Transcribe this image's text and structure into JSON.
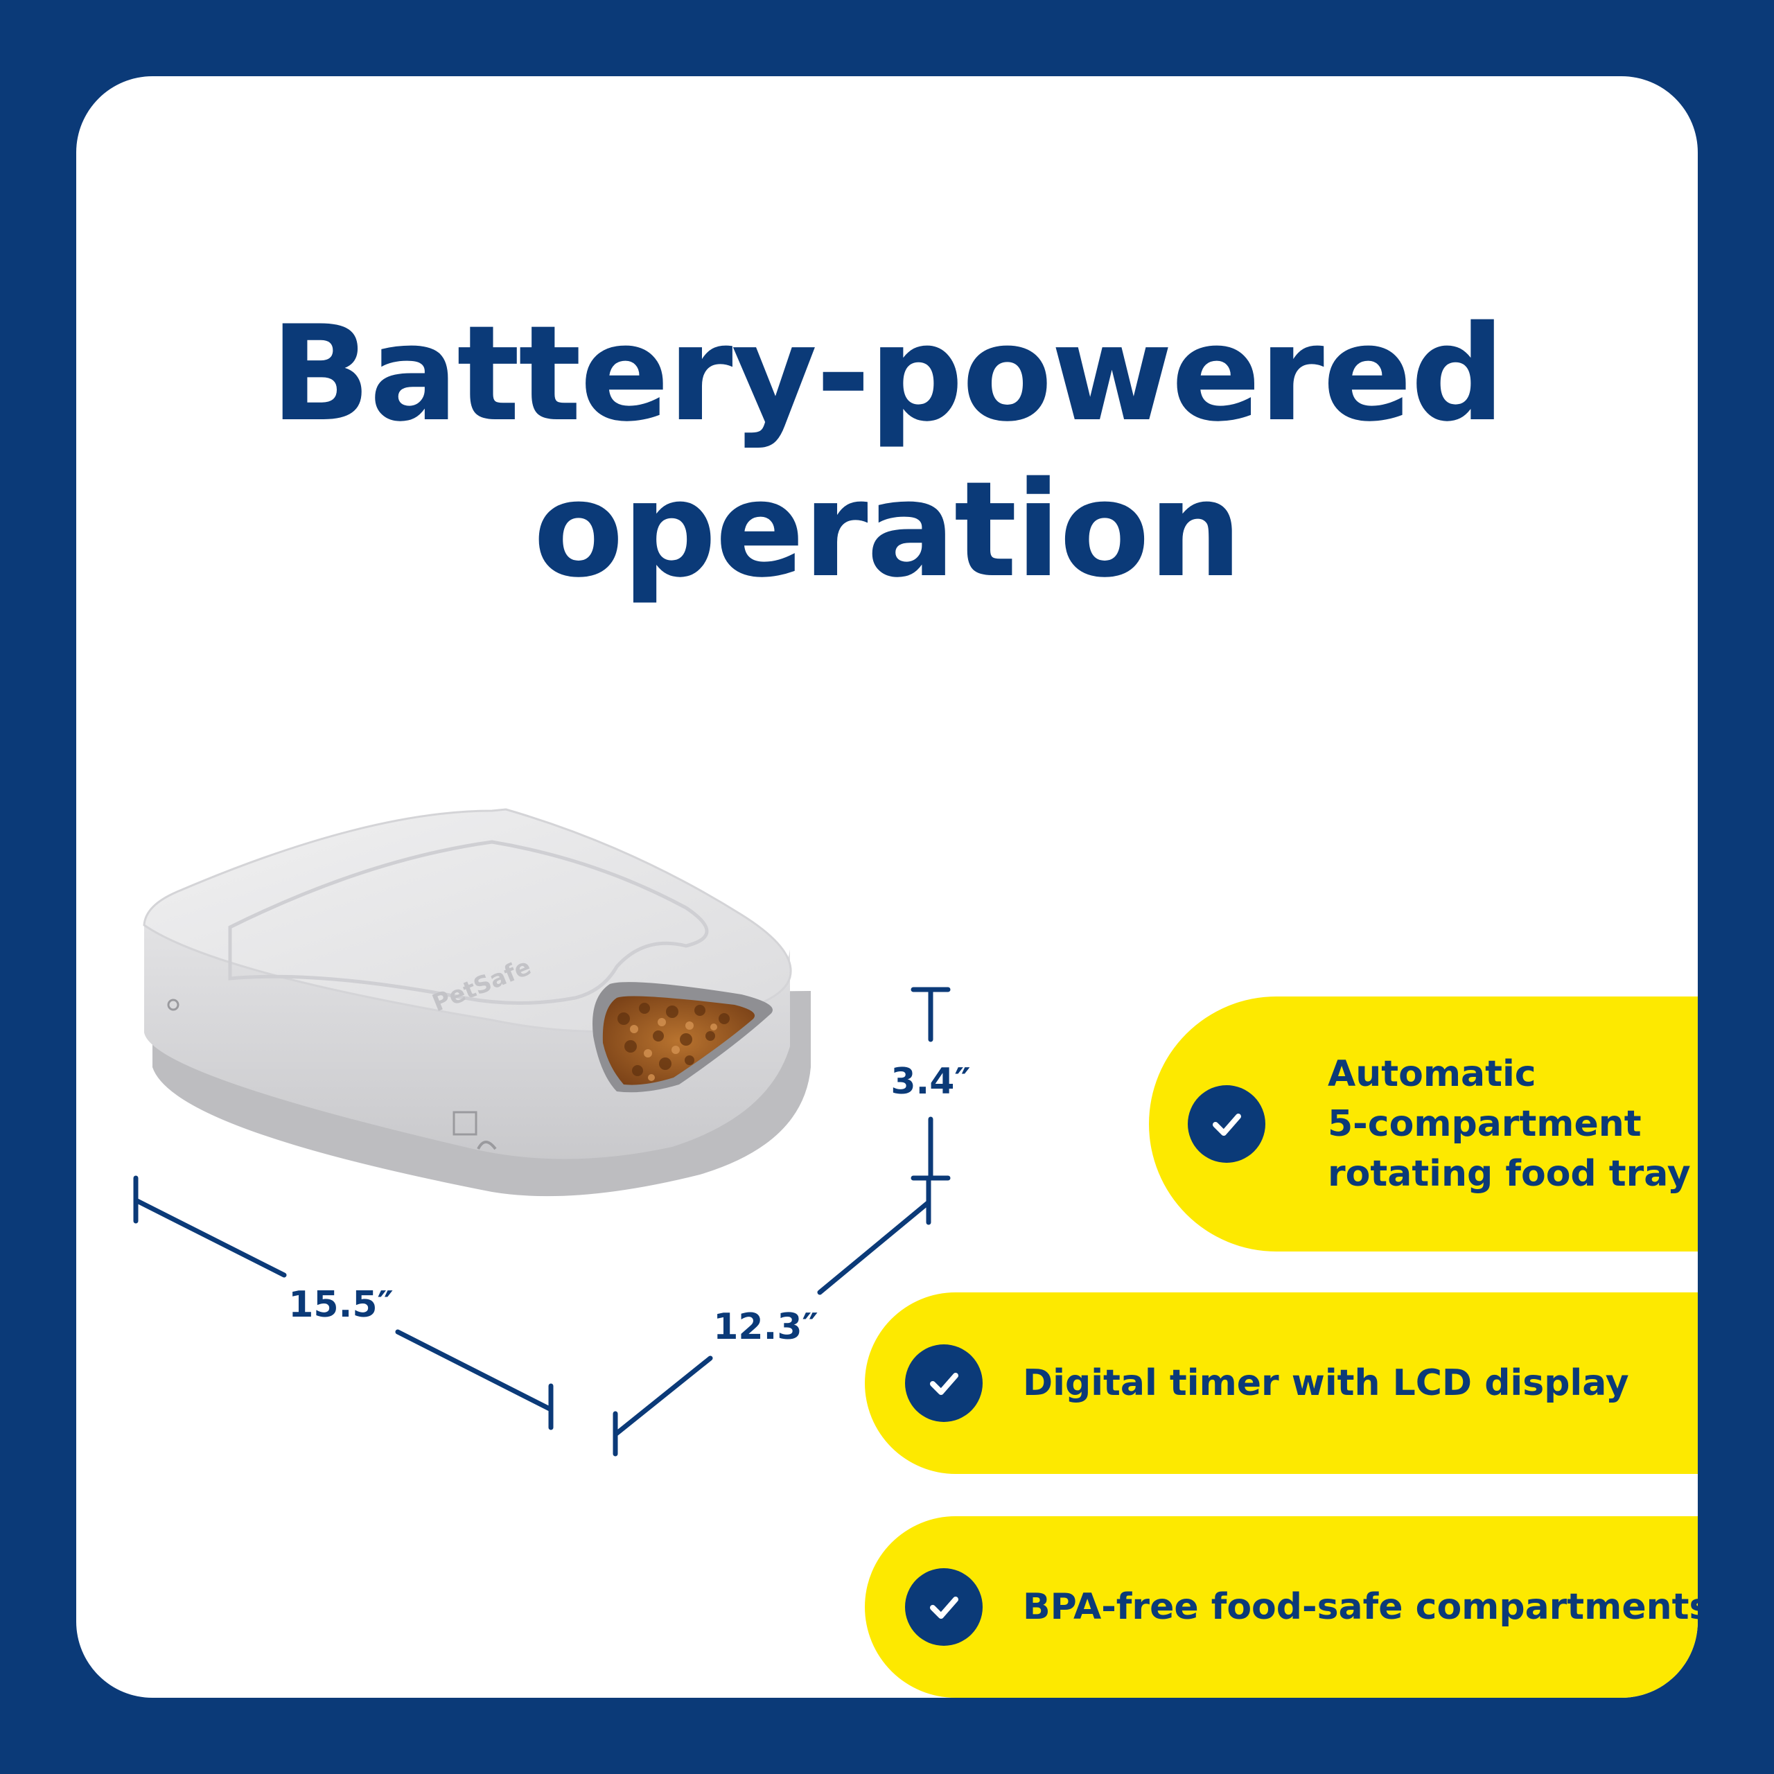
{
  "headline": {
    "line1": "Battery-powered",
    "line2": "operation"
  },
  "product": {
    "brand_label": "PetSafe"
  },
  "dimensions": {
    "height": "3.4″",
    "width": "15.5″",
    "depth": "12.3″"
  },
  "features": [
    {
      "lines": [
        "Automatic",
        "5-compartment",
        "rotating food tray"
      ]
    },
    {
      "lines": [
        "Digital timer with LCD display"
      ]
    },
    {
      "lines": [
        "BPA-free food-safe compartments"
      ]
    }
  ],
  "colors": {
    "navy": "#0b3a78",
    "yellow": "#fde900",
    "white": "#ffffff"
  },
  "icons": {
    "feature_marker": "check-circle-icon"
  }
}
